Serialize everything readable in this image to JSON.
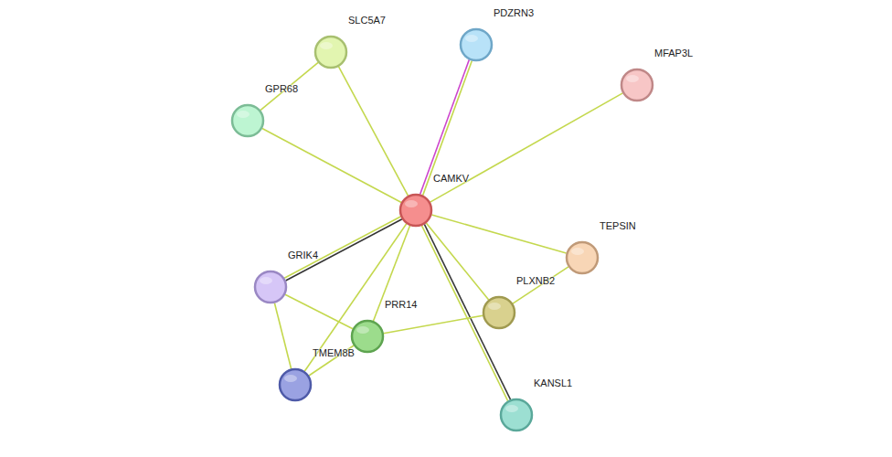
{
  "diagram": {
    "nodes": [
      {
        "text": [
          "PDZRN3"
        ]
      },
      {
        "text": [
          "SLC5A7"
        ]
      },
      {
        "text": [
          "MFAP3L"
        ]
      },
      {
        "text": [
          "GPR68"
        ]
      },
      {
        "text": [
          "CAMKV"
        ]
      },
      {
        "text": [
          "TEPSIN"
        ]
      },
      {
        "text": [
          "GRIK4"
        ]
      },
      {
        "text": [
          "PLXNB2"
        ]
      },
      {
        "text": [
          "PRR14"
        ]
      },
      {
        "text": [
          "TMEM8B"
        ]
      },
      {
        "text": [
          "KANSL1"
        ]
      }
    ],
    "edges": [
      {
        "from": 4,
        "to": 0,
        "arrow": "none"
      },
      {
        "from": 4,
        "to": 1,
        "arrow": "none"
      },
      {
        "from": 4,
        "to": 2,
        "arrow": "none"
      },
      {
        "from": 4,
        "to": 3,
        "arrow": "none"
      },
      {
        "from": 3,
        "to": 1,
        "arrow": "none"
      },
      {
        "from": 4,
        "to": 5,
        "arrow": "none"
      },
      {
        "from": 4,
        "to": 6,
        "arrow": "none"
      },
      {
        "from": 4,
        "to": 7,
        "arrow": "none"
      },
      {
        "from": 4,
        "to": 8,
        "arrow": "none"
      },
      {
        "from": 4,
        "to": 9,
        "arrow": "none"
      },
      {
        "from": 4,
        "to": 10,
        "arrow": "none"
      },
      {
        "from": 6,
        "to": 8,
        "arrow": "none"
      },
      {
        "from": 6,
        "to": 9,
        "arrow": "none"
      },
      {
        "from": 8,
        "to": 9,
        "arrow": "none"
      },
      {
        "from": 8,
        "to": 7,
        "arrow": "none"
      },
      {
        "from": 7,
        "to": 5,
        "arrow": "none"
      }
    ]
  }
}
